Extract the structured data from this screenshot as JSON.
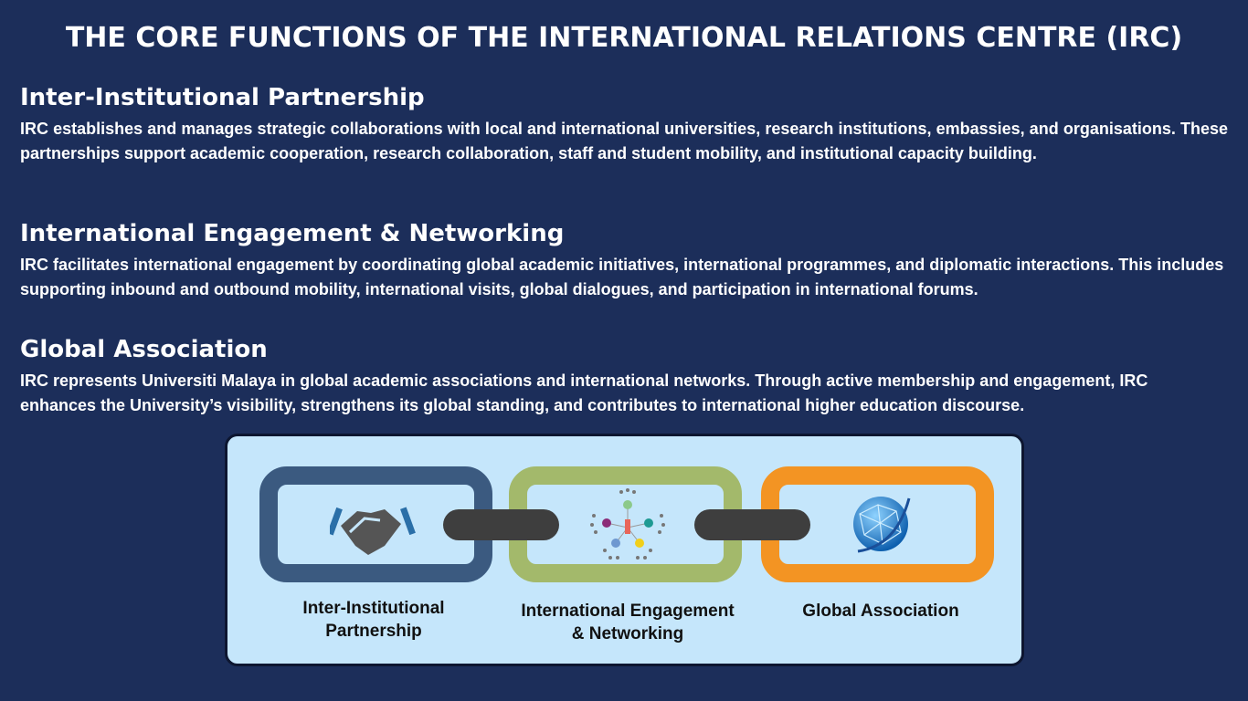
{
  "title": "THE CORE FUNCTIONS OF THE INTERNATIONAL RELATIONS CENTRE (IRC)",
  "sections": [
    {
      "heading": "Inter-Institutional Partnership",
      "body": "IRC establishes and manages strategic collaborations with local and international universities, research institutions, embassies, and organisations. These partnerships support academic cooperation, research collaboration, staff and student mobility, and institutional capacity building."
    },
    {
      "heading": "International Engagement & Networking",
      "body": "IRC facilitates international engagement by coordinating global academic initiatives, international programmes, and diplomatic interactions. This includes supporting inbound and outbound mobility, international visits, global dialogues, and participation in international forums."
    },
    {
      "heading": "Global Association",
      "body": "IRC represents Universiti Malaya in global academic associations and international networks. Through active membership and engagement, IRC enhances the University’s visibility, strengthens its global standing, and contributes to international higher education discourse."
    }
  ],
  "diagram": {
    "labels": [
      {
        "line1": "Inter-Institutional",
        "line2": "Partnership"
      },
      {
        "line1": "International Engagement",
        "line2": "& Networking"
      },
      {
        "line1": "Global Association",
        "line2": ""
      }
    ],
    "colors": {
      "blue": "#3b5a80",
      "green": "#a3b96b",
      "orange": "#f39423"
    }
  }
}
